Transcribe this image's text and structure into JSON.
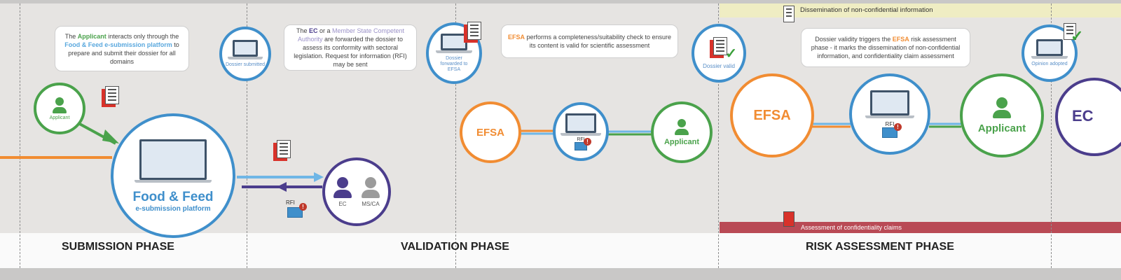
{
  "phases": [
    "SUBMISSION PHASE",
    "VALIDATION PHASE",
    "RISK ASSESSMENT PHASE"
  ],
  "bands": {
    "dissemination": "Dissemination of non-confidential information",
    "confidentiality": "Assessment of confidentiality claims"
  },
  "submission": {
    "info": {
      "p1": "The ",
      "applicant": "Applicant",
      "p2": " interacts only through the ",
      "platform": "Food & Feed e-submission platform",
      "p3": " to prepare and submit their dossier for all domains"
    },
    "applicant_label": "Applicant",
    "platform_title": "Food & Feed",
    "platform_sub": "e-submission platform",
    "milestone": "Dossier submitted"
  },
  "validation": {
    "info_ec": {
      "ec": "EC",
      "p1": " or a ",
      "ms": "Member State Competent Authority",
      "p2": " are forwarded the dossier to assess its conformity with sectoral legislation. Request for information (RFI) may be sent",
      "the": "The "
    },
    "ec_label": "EC",
    "msca_label": "MS/CA",
    "rfi": "RFI",
    "milestone_forwarded": "Dossier forwarded to EFSA",
    "info_efsa": {
      "efsa": "EFSA",
      "text": " performs a completeness/suitability check to ensure its content is valid for scientific assessment"
    },
    "efsa_label": "EFSA",
    "applicant_label": "Applicant",
    "rfi2": "RFI",
    "milestone_valid": "Dossier valid"
  },
  "risk": {
    "info": {
      "p1": "Dossier validity triggers the ",
      "efsa": "EFSA",
      "p2": " risk assessment phase - it marks the dissemination of non-confidential information, and confidentiality claim assessment"
    },
    "efsa_label": "EFSA",
    "rfi": "RFI",
    "applicant_label": "Applicant",
    "ec_label": "EC",
    "milestone": "Opinion adopted"
  },
  "colors": {
    "blue": "#3f8fcb",
    "green": "#4aa24b",
    "orange": "#f18c32",
    "purple": "#4b3d8c",
    "red": "#d8322a"
  }
}
